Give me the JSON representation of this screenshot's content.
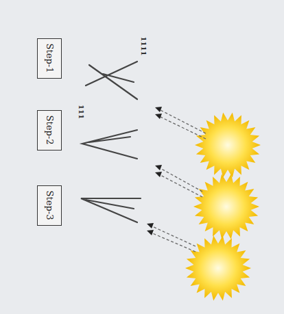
{
  "diagram": {
    "nodes": [
      {
        "text": [
          "Step-1"
        ]
      },
      {
        "text": [
          "Step-2"
        ]
      },
      {
        "text": [
          "Step-3"
        ]
      }
    ],
    "labels": [
      "1111",
      "111"
    ]
  }
}
